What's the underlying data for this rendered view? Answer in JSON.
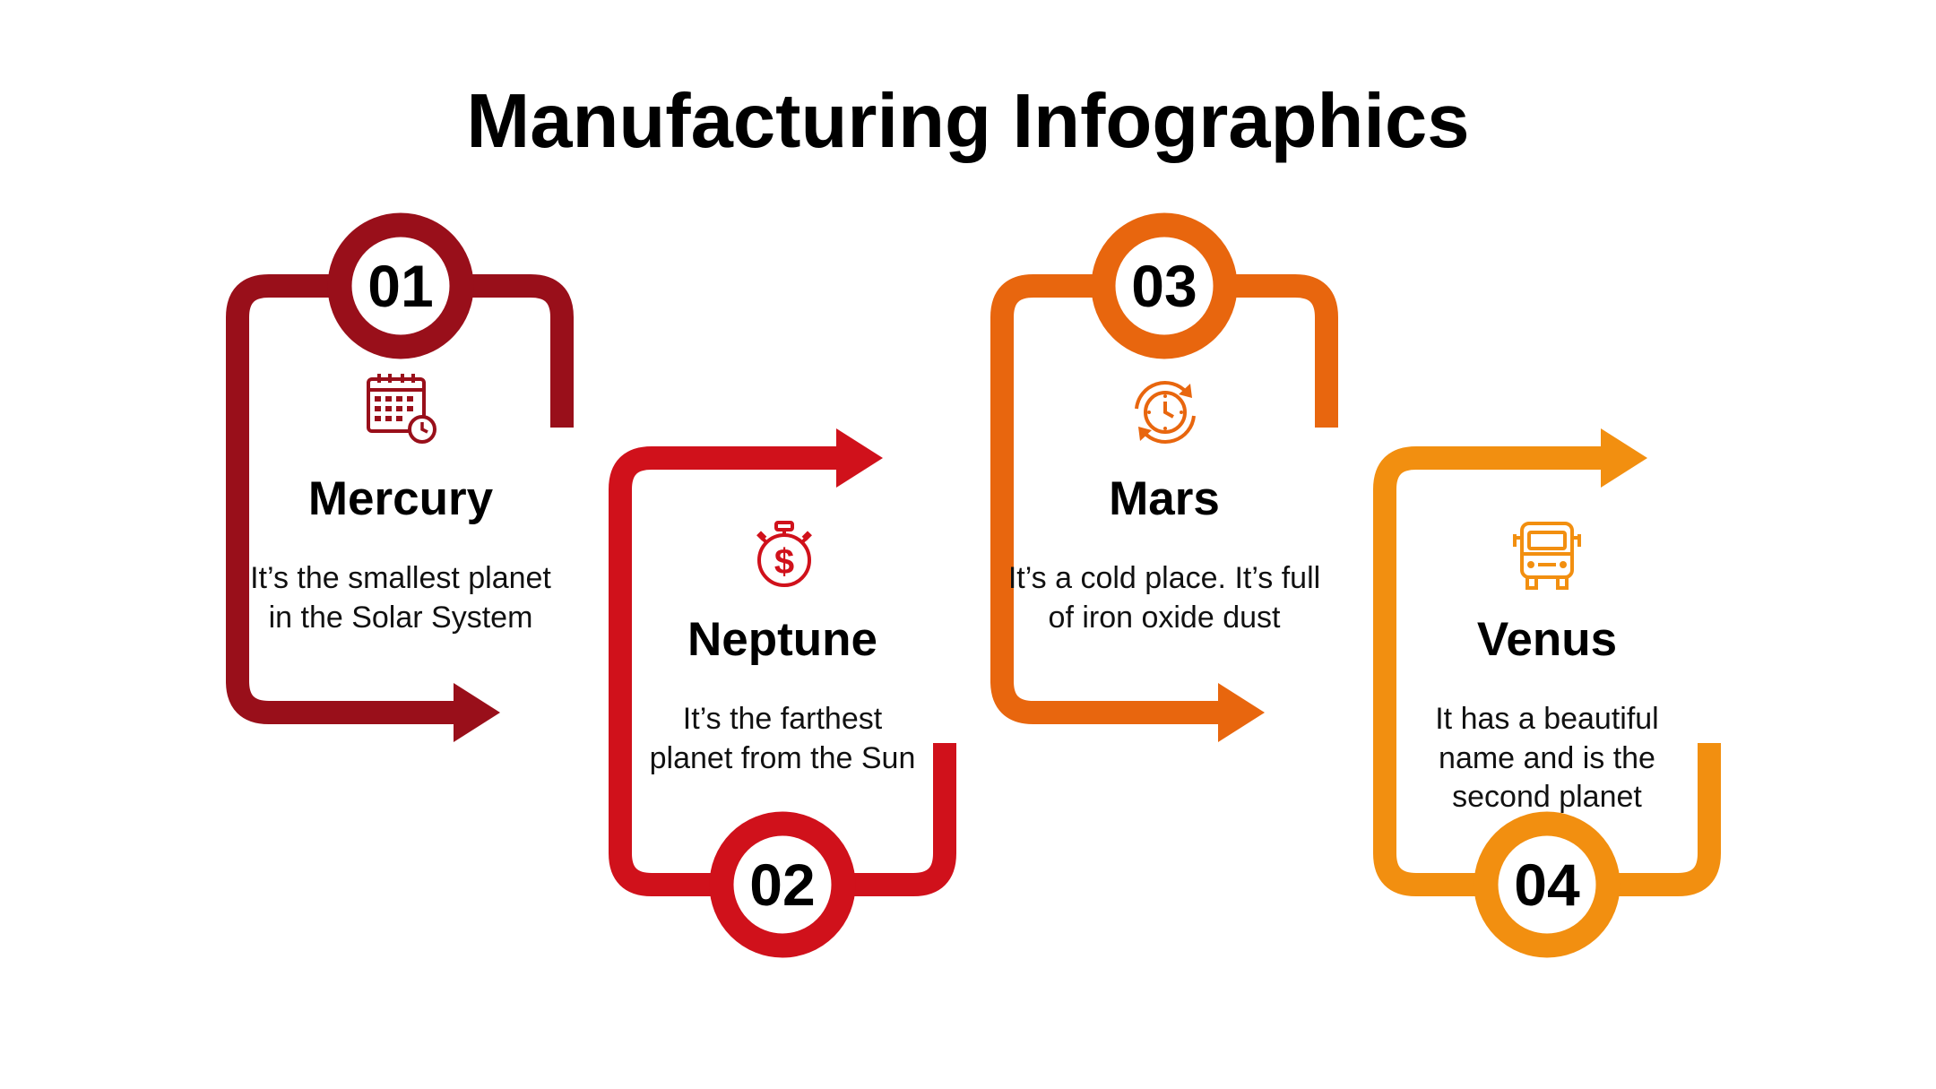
{
  "title": "Manufacturing Infographics",
  "colors": {
    "step1": "#990F1A",
    "step2": "#D0111B",
    "step3": "#E8660E",
    "step4": "#F28F10"
  },
  "steps": [
    {
      "number": "01",
      "heading": "Mercury",
      "description": "It’s the smallest planet in the Solar System",
      "icon": "calendar-clock-icon"
    },
    {
      "number": "02",
      "heading": "Neptune",
      "description": "It’s the farthest planet from the Sun",
      "icon": "money-stopwatch-icon"
    },
    {
      "number": "03",
      "heading": "Mars",
      "description": "It’s a cold place. It’s full of iron oxide dust",
      "icon": "clock-cycle-icon"
    },
    {
      "number": "04",
      "heading": "Venus",
      "description": "It has a beautiful name and is the second planet",
      "icon": "bus-icon"
    }
  ]
}
